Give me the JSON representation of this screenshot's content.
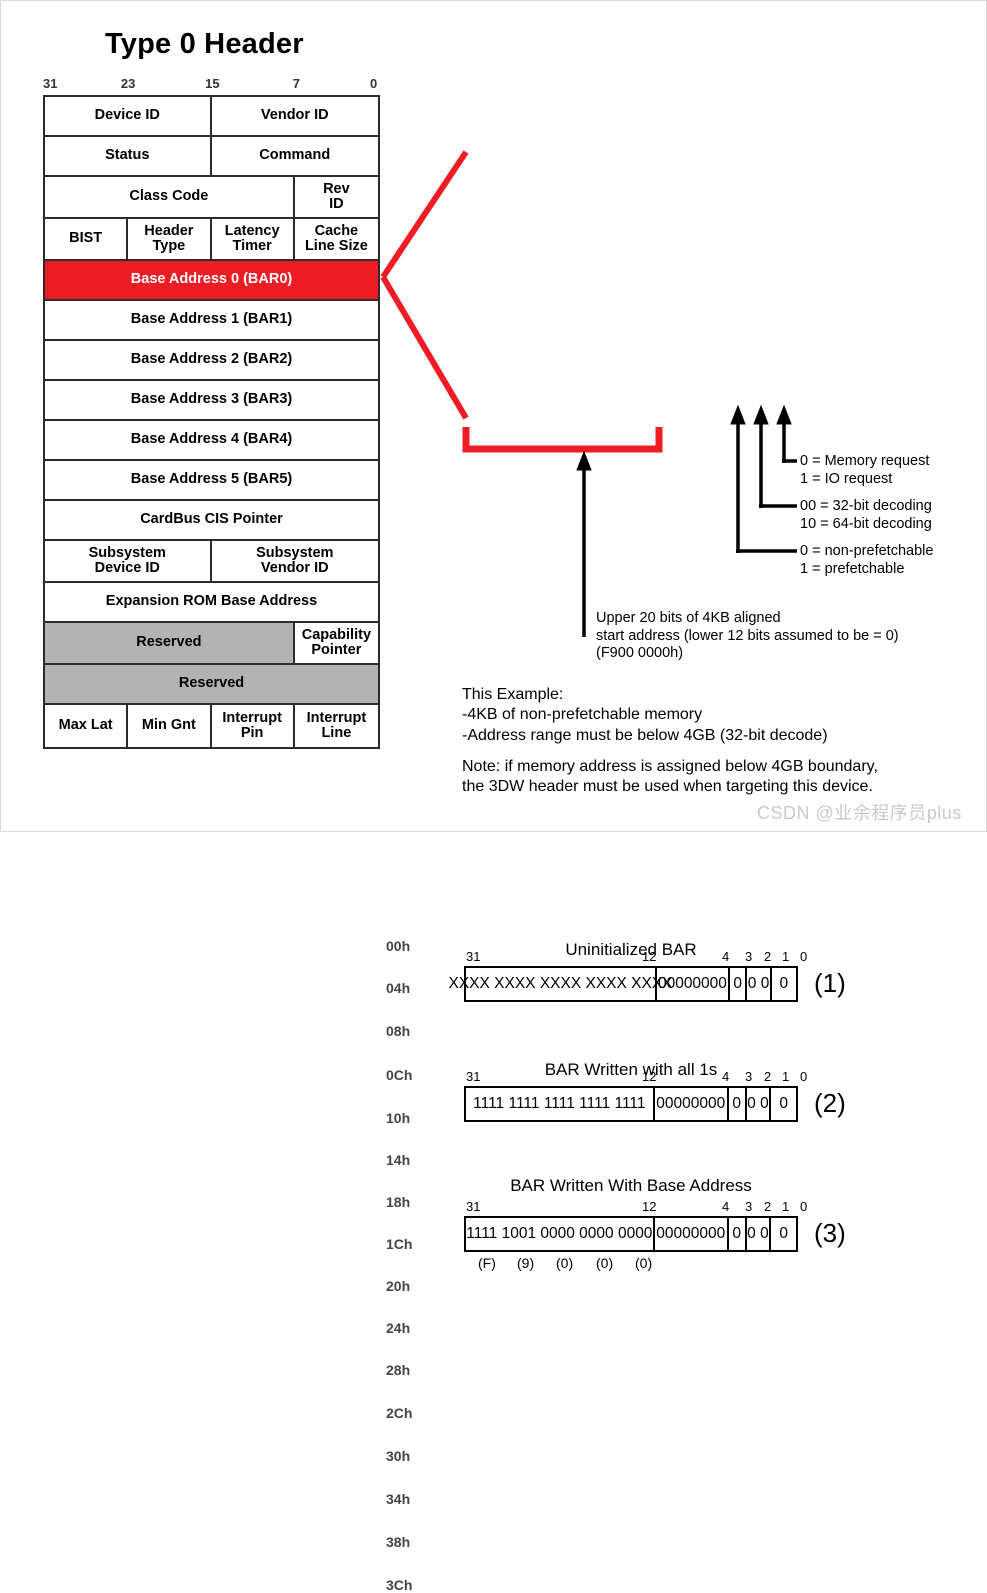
{
  "title": "Type 0 Header",
  "colors": {
    "highlight": "#ee1c25",
    "reserved": "#b3b3b3",
    "line": "#2b2b2b",
    "watermark": "#c9c9c9"
  },
  "header_table": {
    "bit_labels": [
      "31",
      "23",
      "15",
      "7",
      "0"
    ],
    "rows": [
      {
        "offset": "00h",
        "cells": [
          {
            "label": "Device ID",
            "w": 50
          },
          {
            "label": "Vendor ID",
            "w": 50
          }
        ]
      },
      {
        "offset": "04h",
        "cells": [
          {
            "label": "Status",
            "w": 50
          },
          {
            "label": "Command",
            "w": 50
          }
        ]
      },
      {
        "offset": "08h",
        "cells": [
          {
            "label": "Class Code",
            "w": 75
          },
          {
            "label": "Rev\nID",
            "w": 25
          }
        ]
      },
      {
        "offset": "0Ch",
        "cells": [
          {
            "label": "BIST",
            "w": 25
          },
          {
            "label": "Header\nType",
            "w": 25
          },
          {
            "label": "Latency\nTimer",
            "w": 25
          },
          {
            "label": "Cache\nLine Size",
            "w": 25
          }
        ]
      },
      {
        "offset": "10h",
        "cells": [
          {
            "label": "Base Address 0 (BAR0)",
            "w": 100
          }
        ],
        "highlight": true
      },
      {
        "offset": "14h",
        "cells": [
          {
            "label": "Base Address 1 (BAR1)",
            "w": 100
          }
        ]
      },
      {
        "offset": "18h",
        "cells": [
          {
            "label": "Base Address 2 (BAR2)",
            "w": 100
          }
        ]
      },
      {
        "offset": "1Ch",
        "cells": [
          {
            "label": "Base Address 3 (BAR3)",
            "w": 100
          }
        ]
      },
      {
        "offset": "20h",
        "cells": [
          {
            "label": "Base Address 4 (BAR4)",
            "w": 100
          }
        ]
      },
      {
        "offset": "24h",
        "cells": [
          {
            "label": "Base Address 5 (BAR5)",
            "w": 100
          }
        ]
      },
      {
        "offset": "28h",
        "cells": [
          {
            "label": "CardBus CIS Pointer",
            "w": 100
          }
        ]
      },
      {
        "offset": "2Ch",
        "cells": [
          {
            "label": "Subsystem\nDevice ID",
            "w": 50
          },
          {
            "label": "Subsystem\nVendor ID",
            "w": 50
          }
        ]
      },
      {
        "offset": "30h",
        "cells": [
          {
            "label": "Expansion ROM Base Address",
            "w": 100
          }
        ]
      },
      {
        "offset": "34h",
        "cells": [
          {
            "label": "Reserved",
            "w": 75,
            "gray": true
          },
          {
            "label": "Capability\nPointer",
            "w": 25
          }
        ]
      },
      {
        "offset": "38h",
        "cells": [
          {
            "label": "Reserved",
            "w": 100,
            "gray": true
          }
        ]
      },
      {
        "offset": "3Ch",
        "cells": [
          {
            "label": "Max Lat",
            "w": 25
          },
          {
            "label": "Min Gnt",
            "w": 25
          },
          {
            "label": "Interrupt\nPin",
            "w": 25
          },
          {
            "label": "Interrupt\nLine",
            "w": 25
          }
        ]
      }
    ]
  },
  "bar_diagrams": [
    {
      "number": "(1)",
      "title": "Uninitialized BAR",
      "bit_labels": [
        "31",
        "12",
        "4",
        "3",
        "2",
        "1",
        "0"
      ],
      "segments": [
        "XXXX XXXX XXXX XXXX XXXX",
        "00000000",
        "0",
        "0 0",
        "0"
      ]
    },
    {
      "number": "(2)",
      "title": "BAR Written with all 1s",
      "bit_labels": [
        "31",
        "12",
        "4",
        "3",
        "2",
        "1",
        "0"
      ],
      "segments": [
        "1111 1111 1111 1111 1111",
        "00000000",
        "0",
        "0 0",
        "0"
      ]
    },
    {
      "number": "(3)",
      "title": "BAR Written With Base Address",
      "bit_labels": [
        "31",
        "12",
        "4",
        "3",
        "2",
        "1",
        "0"
      ],
      "segments": [
        "1111 1001 0000 0000 0000",
        "00000000",
        "0",
        "0 0",
        "0"
      ],
      "nibbles": [
        "(F)",
        "(9)",
        "(0)",
        "(0)",
        "(0)"
      ]
    }
  ],
  "bit_annotations": [
    {
      "name": "bit0",
      "lines": [
        "0 = Memory request",
        "1 = IO request"
      ]
    },
    {
      "name": "bits2-1",
      "lines": [
        "00 = 32-bit decoding",
        "10 = 64-bit decoding"
      ]
    },
    {
      "name": "bit3",
      "lines": [
        "0 = non-prefetchable",
        "1 = prefetchable"
      ]
    }
  ],
  "base_address_note": {
    "lines": [
      "Upper 20 bits of 4KB aligned",
      "start address (lower 12 bits assumed to be = 0)",
      "(F900 0000h)"
    ]
  },
  "example_note": {
    "lines": [
      "This Example:",
      "-4KB of non-prefetchable memory",
      "-Address range must be below 4GB (32-bit decode)"
    ]
  },
  "footer_note": {
    "lines": [
      "Note: if memory address is assigned below 4GB boundary,",
      "the 3DW header must be used when targeting this device."
    ]
  },
  "watermark": "CSDN @业余程序员plus"
}
